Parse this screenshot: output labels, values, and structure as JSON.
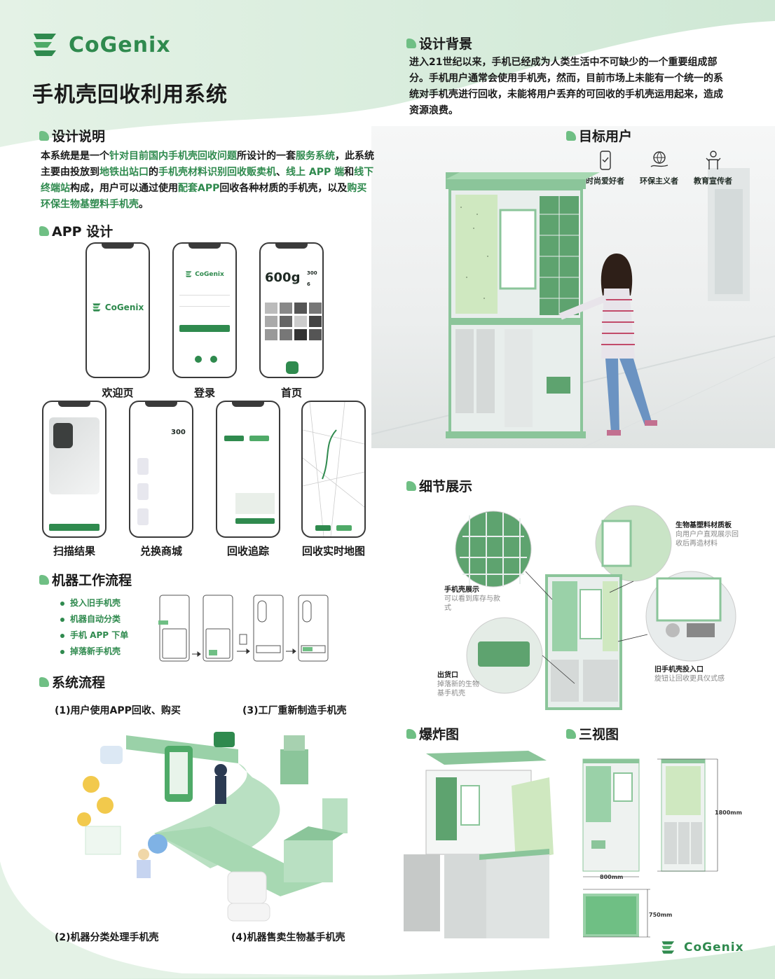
{
  "brand": {
    "name": "CoGenix",
    "accent": "#2f8a4e",
    "light": "#cfe8d5"
  },
  "title": "手机壳回收利用系统",
  "design_desc": {
    "heading": "设计说明",
    "segments": [
      {
        "t": "本系统是是一个",
        "h": false
      },
      {
        "t": "针对目前国内手机壳回收问题",
        "h": true
      },
      {
        "t": "所设计的一套",
        "h": false
      },
      {
        "t": "服务系统",
        "h": true
      },
      {
        "t": "，此系统主要由投放到",
        "h": false
      },
      {
        "t": "地铁出站口",
        "h": true
      },
      {
        "t": "的",
        "h": false
      },
      {
        "t": "手机壳材料识别回收贩卖机",
        "h": true
      },
      {
        "t": "、",
        "h": false
      },
      {
        "t": "线上 APP 端",
        "h": true
      },
      {
        "t": "和",
        "h": false
      },
      {
        "t": "线下终端站",
        "h": true
      },
      {
        "t": "构成，用户可以通过使用",
        "h": false
      },
      {
        "t": "配套APP",
        "h": true
      },
      {
        "t": "回收各种材质的手机壳，以及",
        "h": false
      },
      {
        "t": "购买环保生物基塑料手机壳",
        "h": true
      },
      {
        "t": "。",
        "h": false
      }
    ]
  },
  "app": {
    "heading": "APP 设计",
    "screens": [
      "欢迎页",
      "登录",
      "首页",
      "扫描结果",
      "兑换商城",
      "回收追踪",
      "回收实时地图"
    ],
    "home_weight": "600g",
    "home_points": "300",
    "home_count": "6",
    "shop_points": "300"
  },
  "machine_flow": {
    "heading": "机器工作流程",
    "steps": [
      "投入旧手机壳",
      "机器自动分类",
      "手机 APP 下单",
      "掉落新手机壳"
    ]
  },
  "system_flow": {
    "heading": "系统流程",
    "captions": [
      "(1)用户使用APP回收、购买",
      "(3)工厂重新制造手机壳",
      "(2)机器分类处理手机壳",
      "(4)机器售卖生物基手机壳"
    ]
  },
  "background": {
    "heading": "设计背景",
    "text": "进入21世纪以来，手机已经成为人类生活中不可缺少的一个重要组成部分。手机用户通常会使用手机壳，然而，目前市场上未能有一个统一的系统对手机壳进行回收，未能将用户丢弃的可回收的手机壳运用起来，造成资源浪费。"
  },
  "target": {
    "heading": "目标用户",
    "users": [
      "时尚爱好者",
      "环保主义者",
      "教育宣传者"
    ]
  },
  "details": {
    "heading": "细节展示",
    "callouts": [
      {
        "title": "生物基塑料材质板",
        "sub": "向用户户直观展示回收后再造材料"
      },
      {
        "title": "手机壳展示",
        "sub": "可以看到库存与款式"
      },
      {
        "title": "出货口",
        "sub": "掉落新的生物基手机壳"
      },
      {
        "title": "旧手机壳投入口",
        "sub": "旋钮让回收更具仪式感"
      }
    ]
  },
  "explode": {
    "heading": "爆炸图"
  },
  "three_view": {
    "heading": "三视图",
    "height": "1800mm",
    "width": "800mm",
    "depth": "750mm"
  }
}
